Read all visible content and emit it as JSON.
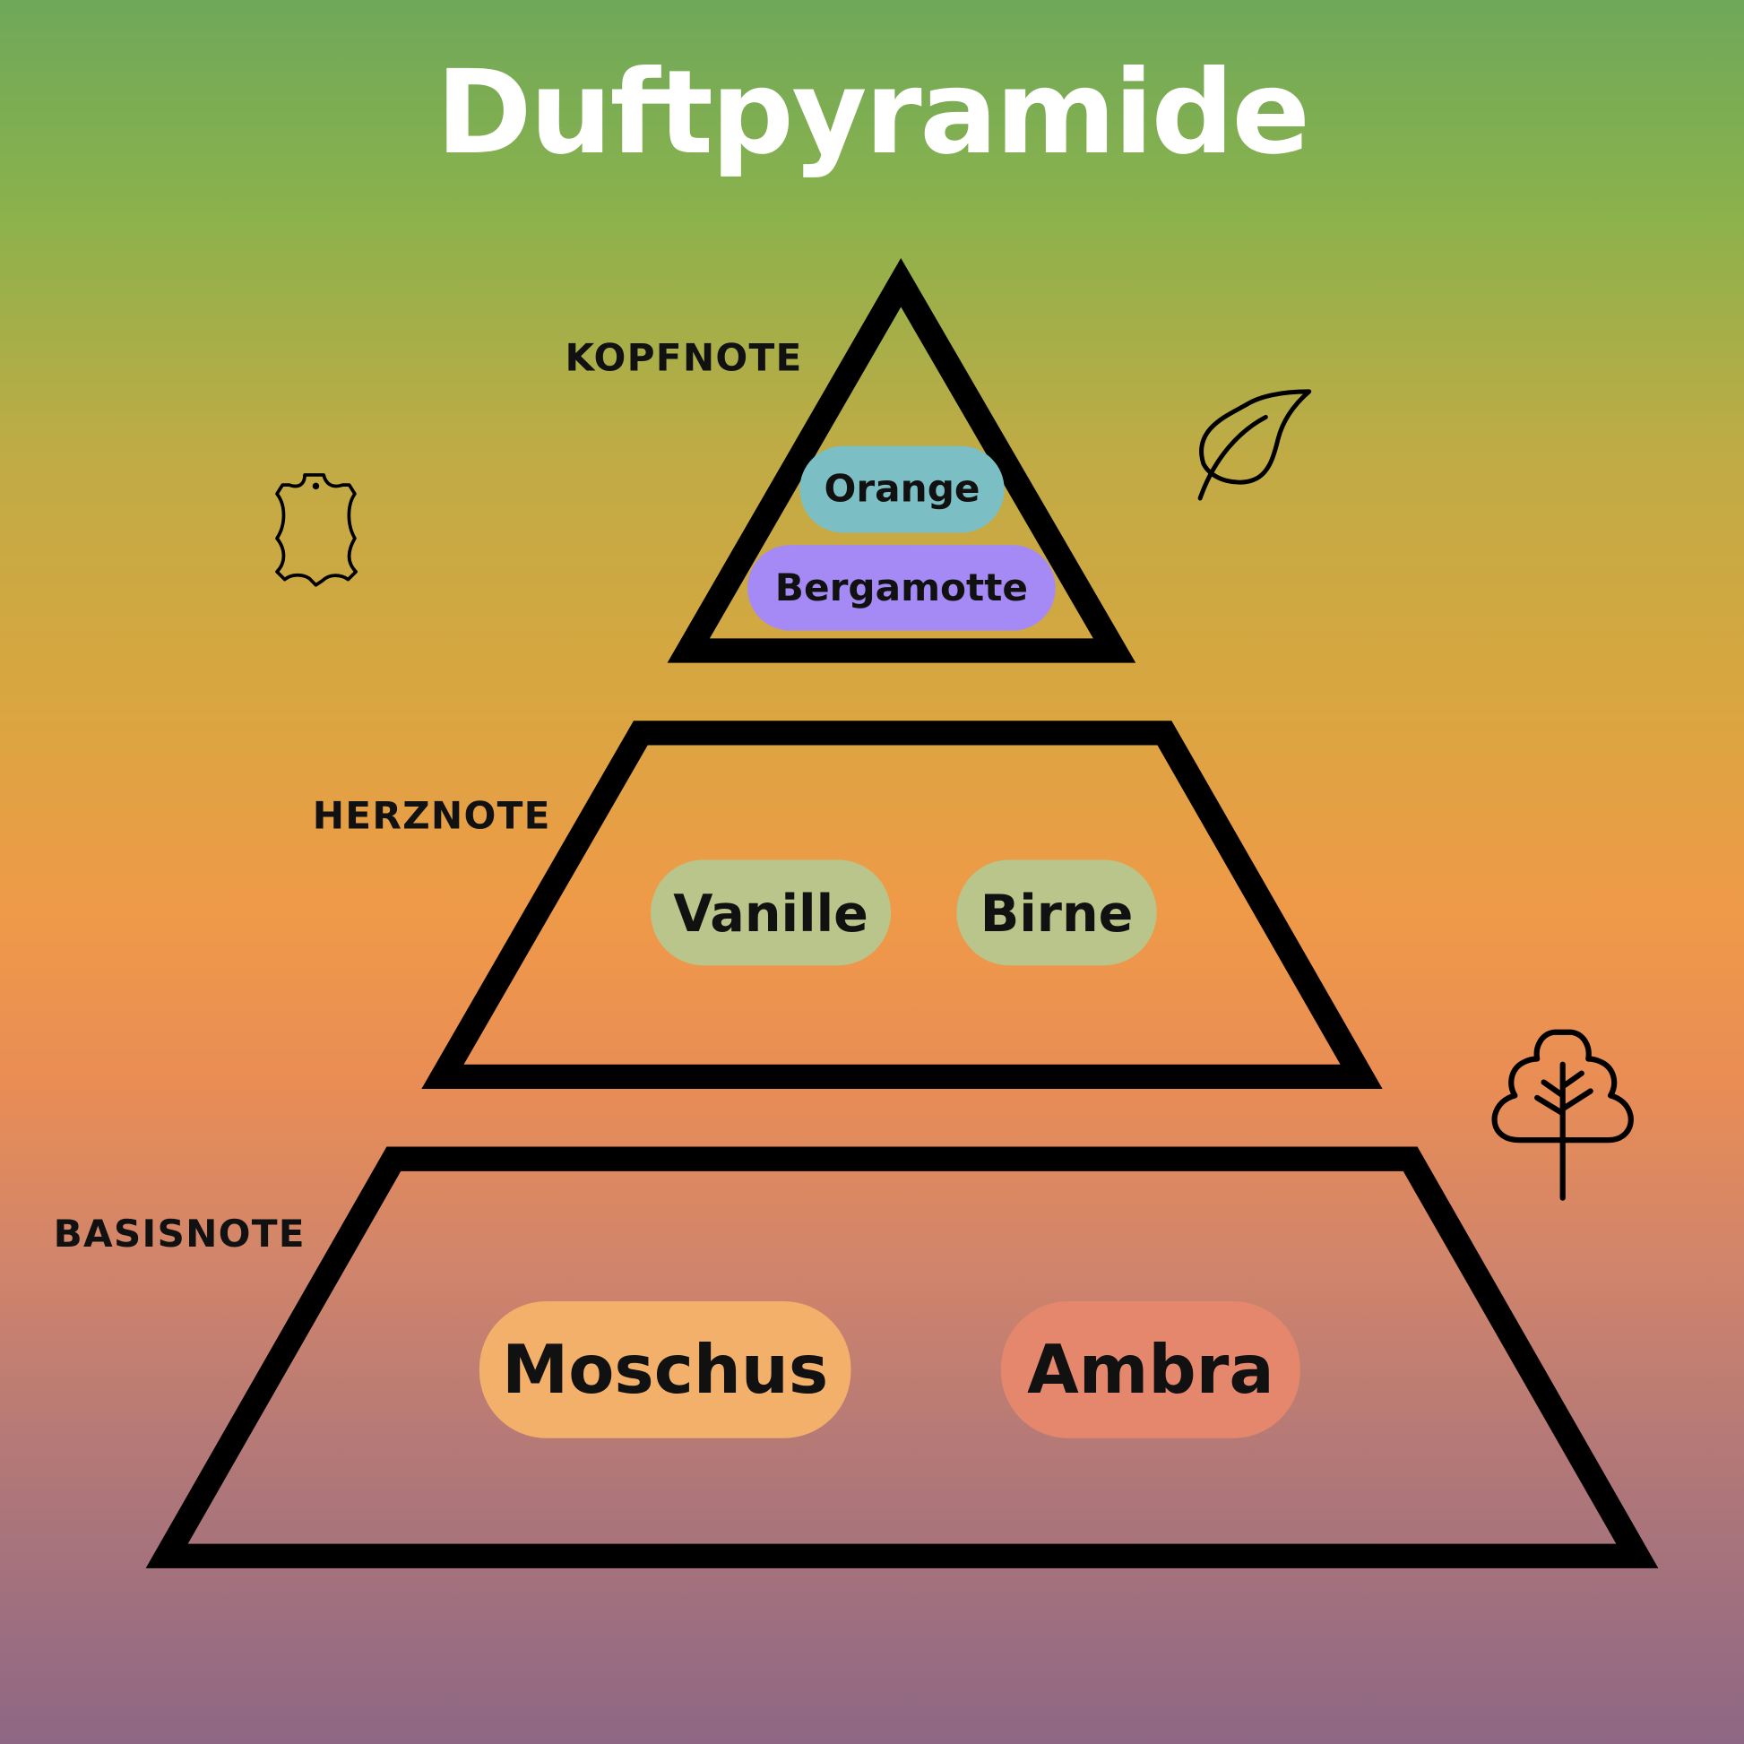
{
  "title": "Duftpyramide",
  "levels": [
    {
      "label": "KOPFNOTE",
      "notes": [
        {
          "name": "Orange",
          "color": "#7bbfc4"
        },
        {
          "name": "Bergamotte",
          "color": "#a58af5"
        }
      ]
    },
    {
      "label": "HERZNOTE",
      "notes": [
        {
          "name": "Vanille",
          "color": "#b9c58a"
        },
        {
          "name": "Birne",
          "color": "#b9c58a"
        }
      ]
    },
    {
      "label": "BASISNOTE",
      "notes": [
        {
          "name": "Moschus",
          "color": "#f2b06a"
        },
        {
          "name": "Ambra",
          "color": "#e4876c"
        }
      ]
    }
  ],
  "icons": [
    "leather-icon",
    "leaf-icon",
    "tree-icon"
  ]
}
